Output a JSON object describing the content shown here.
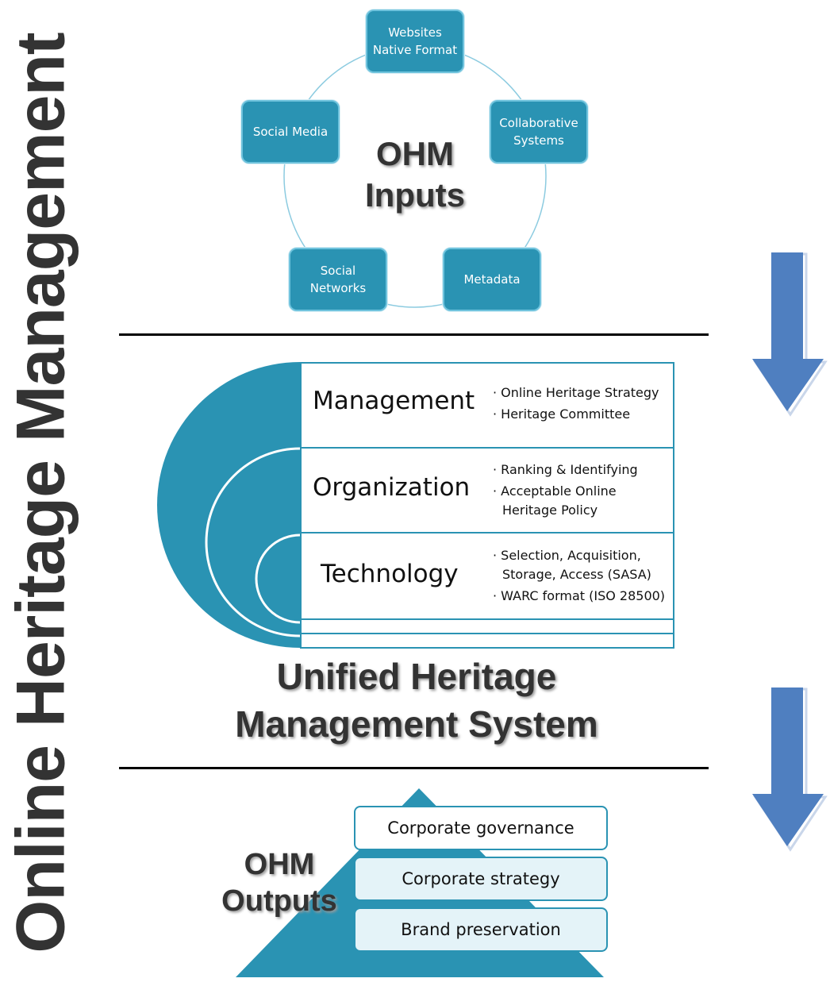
{
  "side_title": "Online Heritage Management",
  "inputs": {
    "center_title_line1": "OHM",
    "center_title_line2": "Inputs",
    "nodes": [
      {
        "line1": "Websites",
        "line2": "Native Format"
      },
      {
        "line1": "Collaborative",
        "line2": "Systems"
      },
      {
        "line1": "Metadata",
        "line2": ""
      },
      {
        "line1": "Social",
        "line2": "Networks"
      },
      {
        "line1": "Social Media",
        "line2": ""
      }
    ]
  },
  "system": {
    "rows": [
      {
        "label": "Management",
        "bullets": [
          "Online Heritage Strategy",
          "Heritage Committee"
        ]
      },
      {
        "label": "Organization",
        "bullets": [
          "Ranking & Identifying",
          "Acceptable Online Heritage Policy"
        ]
      },
      {
        "label": "Technology",
        "bullets": [
          "Selection, Acquisition, Storage, Access (SASA)",
          "WARC format (ISO 28500)"
        ]
      }
    ],
    "title_line1": "Unified Heritage",
    "title_line2": "Management System"
  },
  "outputs": {
    "title_line1": "OHM",
    "title_line2": "Outputs",
    "levels": [
      "Corporate governance",
      "Corporate strategy",
      "Brand preservation"
    ]
  },
  "colors": {
    "teal": "#2a93b3",
    "teal_light": "#6fc3dd",
    "arrow_blue": "#4f7fc0",
    "text_dark": "#333333"
  }
}
